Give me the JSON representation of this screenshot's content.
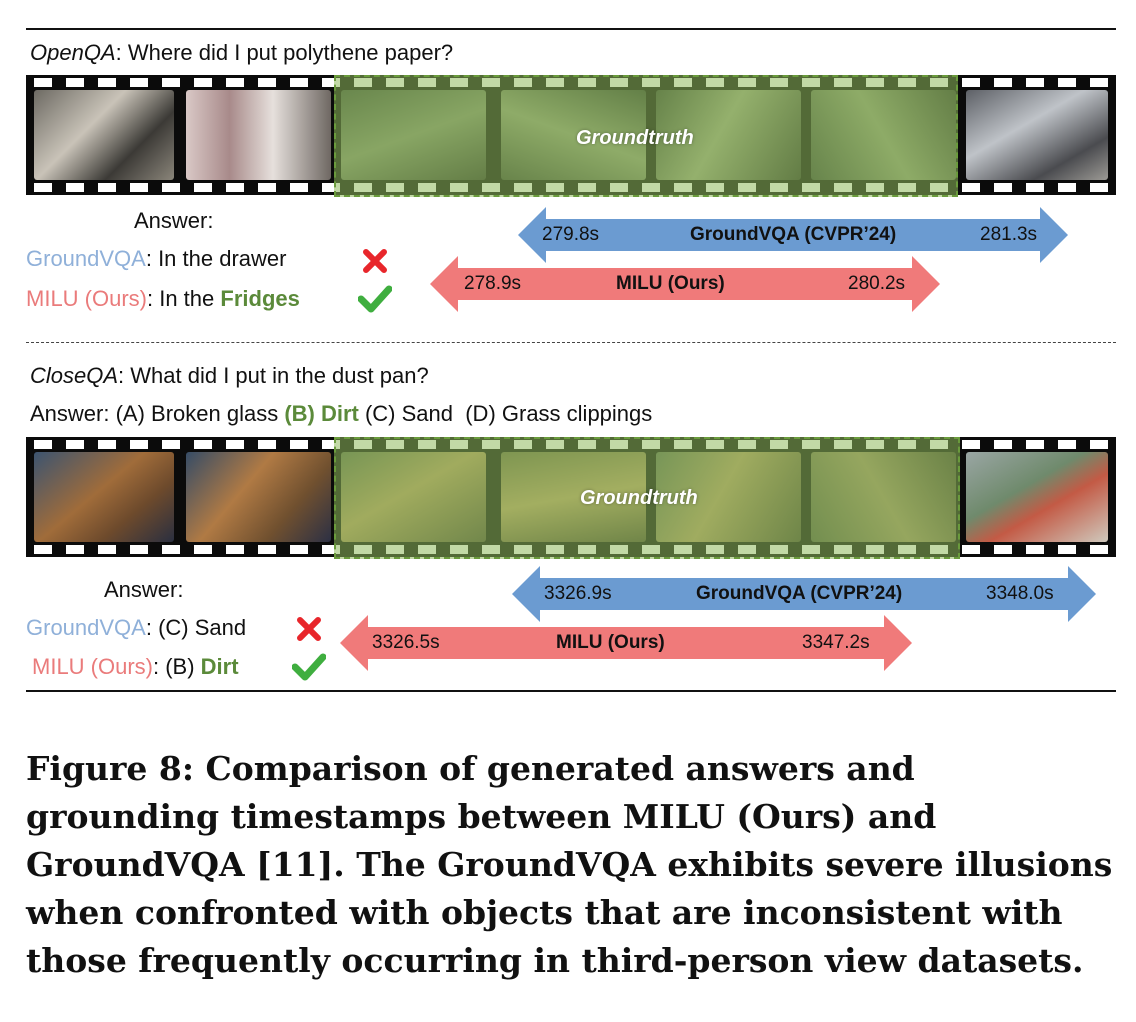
{
  "open": {
    "label": "OpenQA",
    "question": ": Where did I put polythene paper?",
    "groundtruth_label": "Groundtruth",
    "answer_header": "Answer:",
    "groundvqa_name": "GroundVQA",
    "groundvqa_answer": ": In the drawer",
    "milu_name": "MILU (Ours)",
    "milu_answer_prefix": ": In the ",
    "milu_answer_highlight": "Fridges",
    "groundvqa_bar": {
      "start": "279.8s",
      "name": "GroundVQA (CVPR’24)",
      "end": "281.3s",
      "color": "#6b9bd1"
    },
    "milu_bar": {
      "start": "278.9s",
      "name": "MILU (Ours)",
      "end": "280.2s",
      "color": "#f07a7a"
    }
  },
  "close": {
    "label": "CloseQA",
    "question": ": What did I put in the dust pan?",
    "options_prefix": "Answer: (A) Broken glass ",
    "option_correct": "(B) Dirt",
    "options_rest": " (C) Sand  (D) Grass clippings",
    "groundtruth_label": "Groundtruth",
    "answer_header": "Answer:",
    "groundvqa_name": "GroundVQA",
    "groundvqa_answer": ": (C) Sand",
    "milu_name": "MILU (Ours)",
    "milu_answer_prefix": ": (B) ",
    "milu_answer_highlight": "Dirt",
    "groundvqa_bar": {
      "start": "3326.9s",
      "name": "GroundVQA (CVPR’24)",
      "end": "3348.0s",
      "color": "#6b9bd1"
    },
    "milu_bar": {
      "start": "3326.5s",
      "name": "MILU (Ours)",
      "end": "3347.2s",
      "color": "#f07a7a"
    }
  },
  "caption": "Figure 8: Comparison of generated answers and grounding timestamps between MILU (Ours) and GroundVQA [11]. The GroundVQA exhibits severe illusions when confronted with objects that are inconsistent with those frequently occurring in third-person view datasets.",
  "colors": {
    "wrong": "#e8262b",
    "right": "#3fae3f",
    "groundtruth": "#90ba5c"
  },
  "icons": [
    "cross-icon",
    "check-icon"
  ]
}
